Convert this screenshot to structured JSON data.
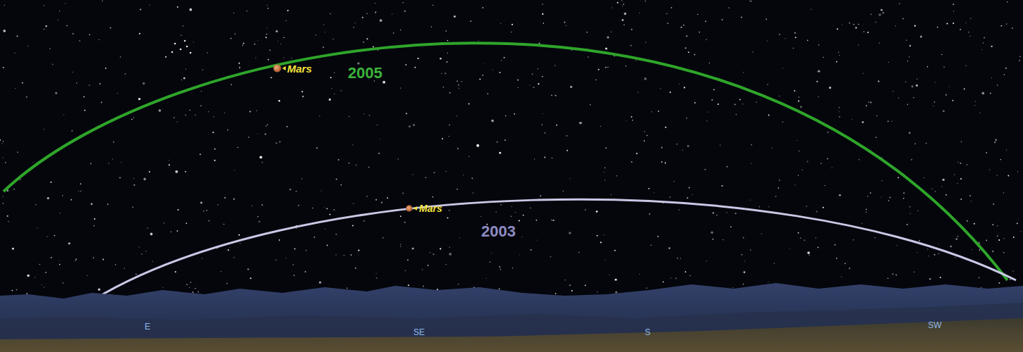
{
  "diagram": {
    "labels": [
      "Mars",
      "2005",
      "Mars",
      "2003",
      "E",
      "SE",
      "S",
      "SW"
    ]
  }
}
